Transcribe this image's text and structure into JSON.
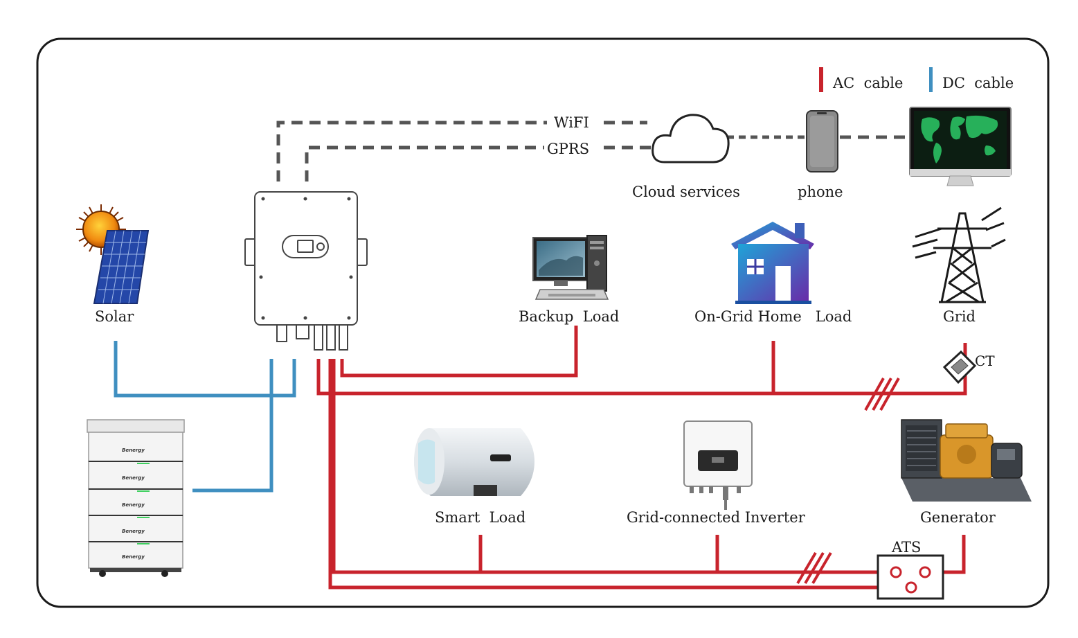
{
  "legend": {
    "ac_label": "AC  cable",
    "dc_label": "DC  cable",
    "ac_color": "#c8232c",
    "dc_color": "#3f8fc0"
  },
  "comms": {
    "wifi_label": "WiFI",
    "gprs_label": "GPRS"
  },
  "nodes": {
    "solar": "Solar",
    "cloud": "Cloud services",
    "phone": "phone",
    "backup_load": "Backup  Load",
    "on_grid_load": "On-Grid Home   Load",
    "grid": "Grid",
    "ct": "CT",
    "smart_load": "Smart  Load",
    "grid_inverter": "Grid-connected Inverter",
    "generator": "Generator",
    "ats": "ATS"
  },
  "battery": {
    "brand": "Benergy",
    "module_count": 5
  },
  "icons": [
    "sun-icon",
    "solar-panel-icon",
    "hybrid-inverter-icon",
    "cloud-icon",
    "phone-icon",
    "monitor-icon",
    "desktop-computer-icon",
    "house-icon",
    "transmission-tower-icon",
    "ct-clamp-icon",
    "battery-stack-icon",
    "water-heater-icon",
    "grid-inverter-icon",
    "generator-icon",
    "ats-switch-icon"
  ]
}
